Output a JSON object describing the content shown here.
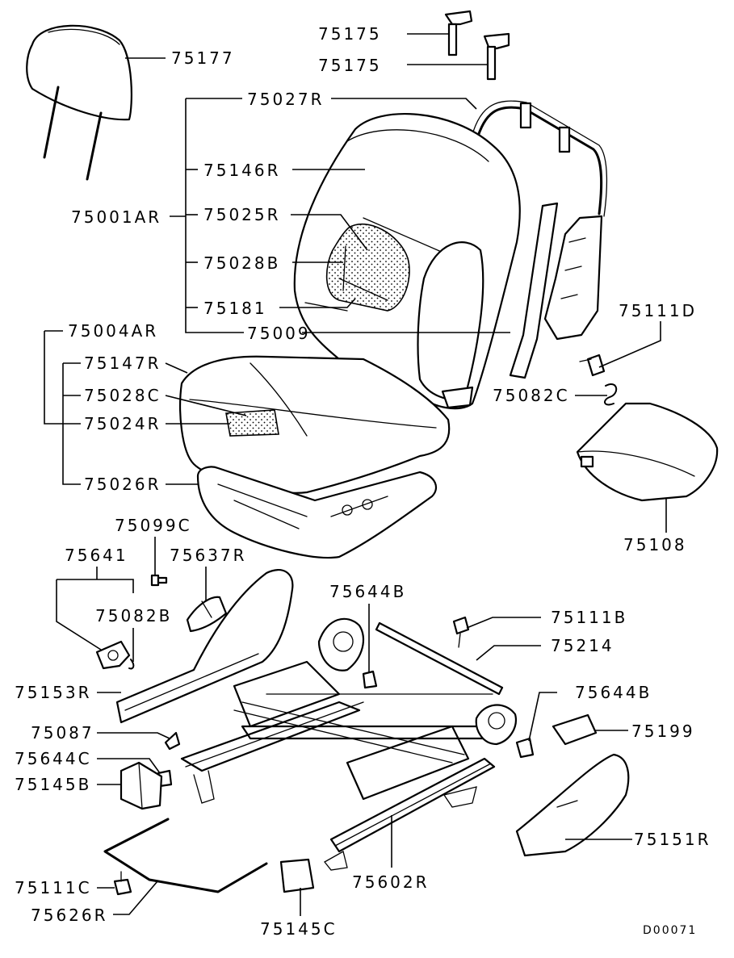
{
  "diagram": {
    "labels": {
      "p75175a": "75175",
      "p75175b": "75175",
      "p75177": "75177",
      "p75027R": "75027R",
      "p75146R": "75146R",
      "p75001AR": "75001AR",
      "p75025R": "75025R",
      "p75028B": "75028B",
      "p75181": "75181",
      "p75009": "75009",
      "p75004AR": "75004AR",
      "p75147R": "75147R",
      "p75028C": "75028C",
      "p75024R": "75024R",
      "p75026R": "75026R",
      "p75111D": "75111D",
      "p75082C": "75082C",
      "p75108": "75108",
      "p75099C": "75099C",
      "p75641": "75641",
      "p75637R": "75637R",
      "p75082B": "75082B",
      "p75644Ba": "75644B",
      "p75111B": "75111B",
      "p75214": "75214",
      "p75153R": "75153R",
      "p75644Bb": "75644B",
      "p75087": "75087",
      "p75199": "75199",
      "p75644C": "75644C",
      "p75145B": "75145B",
      "p75151R": "75151R",
      "p75602R": "75602R",
      "p75111C": "75111C",
      "p75626R": "75626R",
      "p75145C": "75145C"
    },
    "drawing_code": "D00071"
  }
}
